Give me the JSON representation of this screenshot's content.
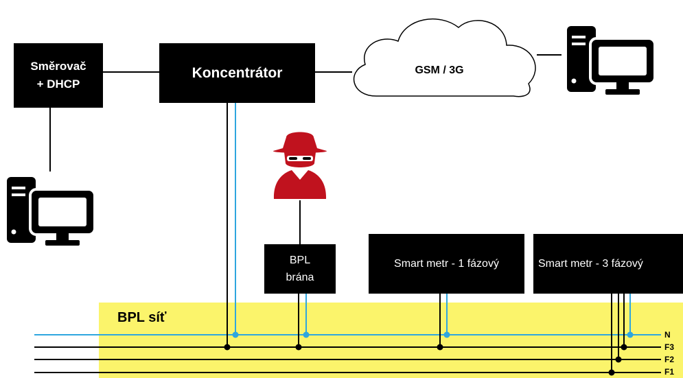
{
  "router": {
    "line1": "Směrovač",
    "line2": "+ DHCP"
  },
  "concentrator": {
    "label": "Koncentrátor"
  },
  "cloud": {
    "label": "GSM / 3G"
  },
  "gateway": {
    "line1": "BPL",
    "line2": "brána"
  },
  "meter1": {
    "label": "Smart metr - 1 fázový"
  },
  "meter3": {
    "label": "Smart metr - 3 fázový"
  },
  "zone": {
    "label": "BPL síť"
  },
  "lines": {
    "n": "N",
    "f3": "F3",
    "f2": "F2",
    "f1": "F1"
  },
  "colors": {
    "neutral": "#2ea6df",
    "phase": "#000000",
    "zone": "#fbf46b",
    "attacker": "#c0121e"
  },
  "icons": [
    "computer-icon",
    "attacker-icon",
    "cloud-icon"
  ]
}
